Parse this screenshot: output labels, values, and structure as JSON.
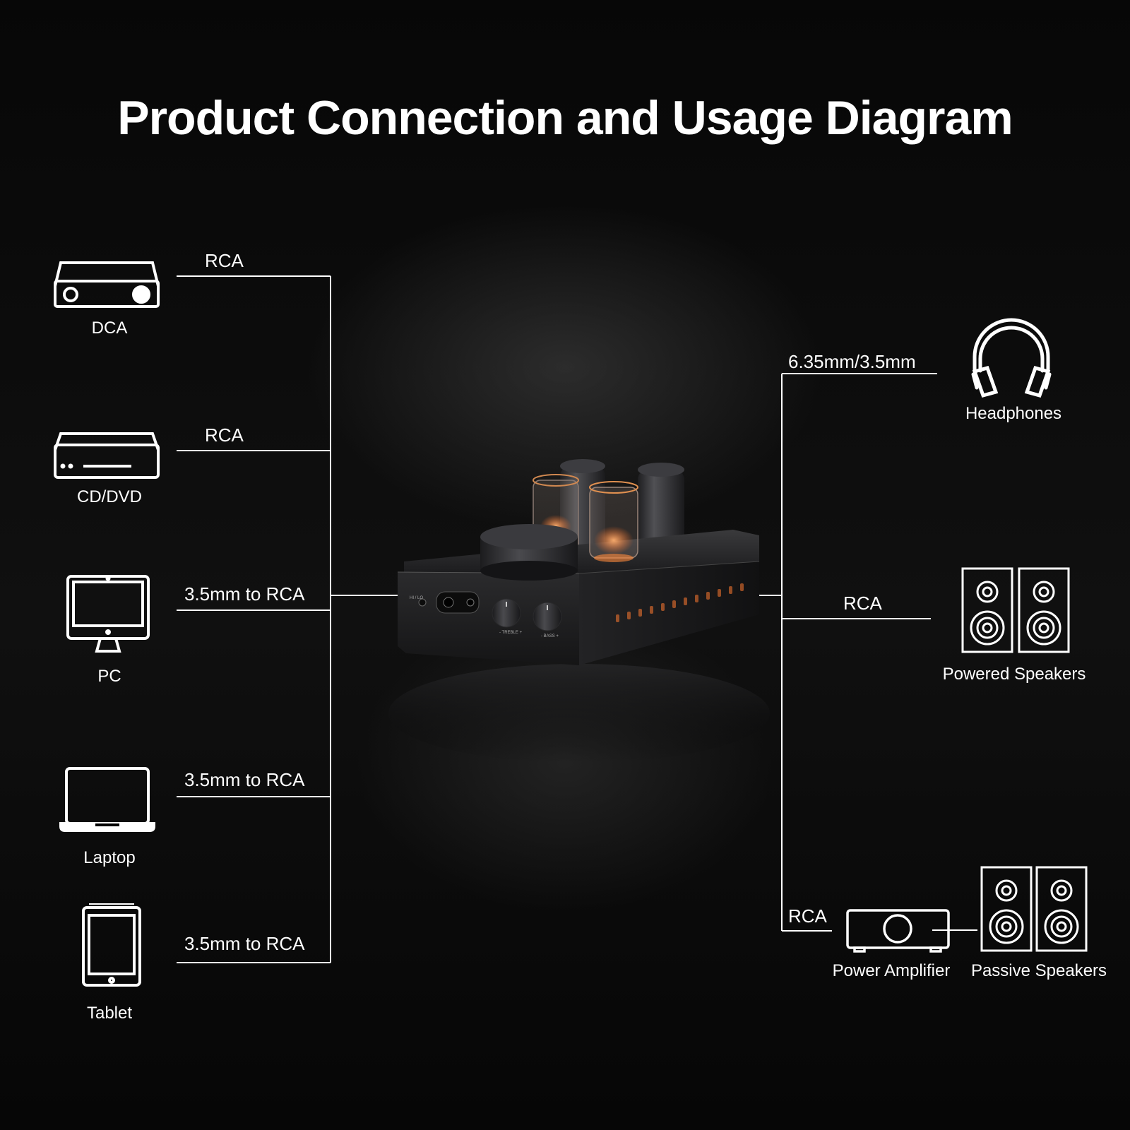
{
  "title": "Product Connection and Usage Diagram",
  "inputs": [
    {
      "device": "DCA",
      "connection": "RCA",
      "icon": "receiver-icon"
    },
    {
      "device": "CD/DVD",
      "connection": "RCA",
      "icon": "cd-dvd-player-icon"
    },
    {
      "device": "PC",
      "connection": "3.5mm to RCA",
      "icon": "monitor-icon"
    },
    {
      "device": "Laptop",
      "connection": "3.5mm to RCA",
      "icon": "laptop-icon"
    },
    {
      "device": "Tablet",
      "connection": "3.5mm to RCA",
      "icon": "tablet-icon"
    }
  ],
  "outputs": [
    {
      "device": "Headphones",
      "connection": "6.35mm/3.5mm",
      "icon": "headphones-icon"
    },
    {
      "device": "Powered Speakers",
      "connection": "RCA",
      "icon": "powered-speakers-icon"
    },
    {
      "device": "Power Amplifier",
      "connection": "RCA",
      "icon": "power-amplifier-icon"
    },
    {
      "device": "Passive Speakers",
      "connection": "",
      "icon": "passive-speakers-icon"
    }
  ],
  "product": {
    "knob_labels": [
      "- TREBLE +",
      "- BASS +"
    ],
    "gain_label": "HI / LO",
    "image": "tube-headphone-amplifier"
  },
  "colors": {
    "background": "#0a0a0a",
    "lines": "#ffffff",
    "tube_glow": "#ff8a3c"
  }
}
